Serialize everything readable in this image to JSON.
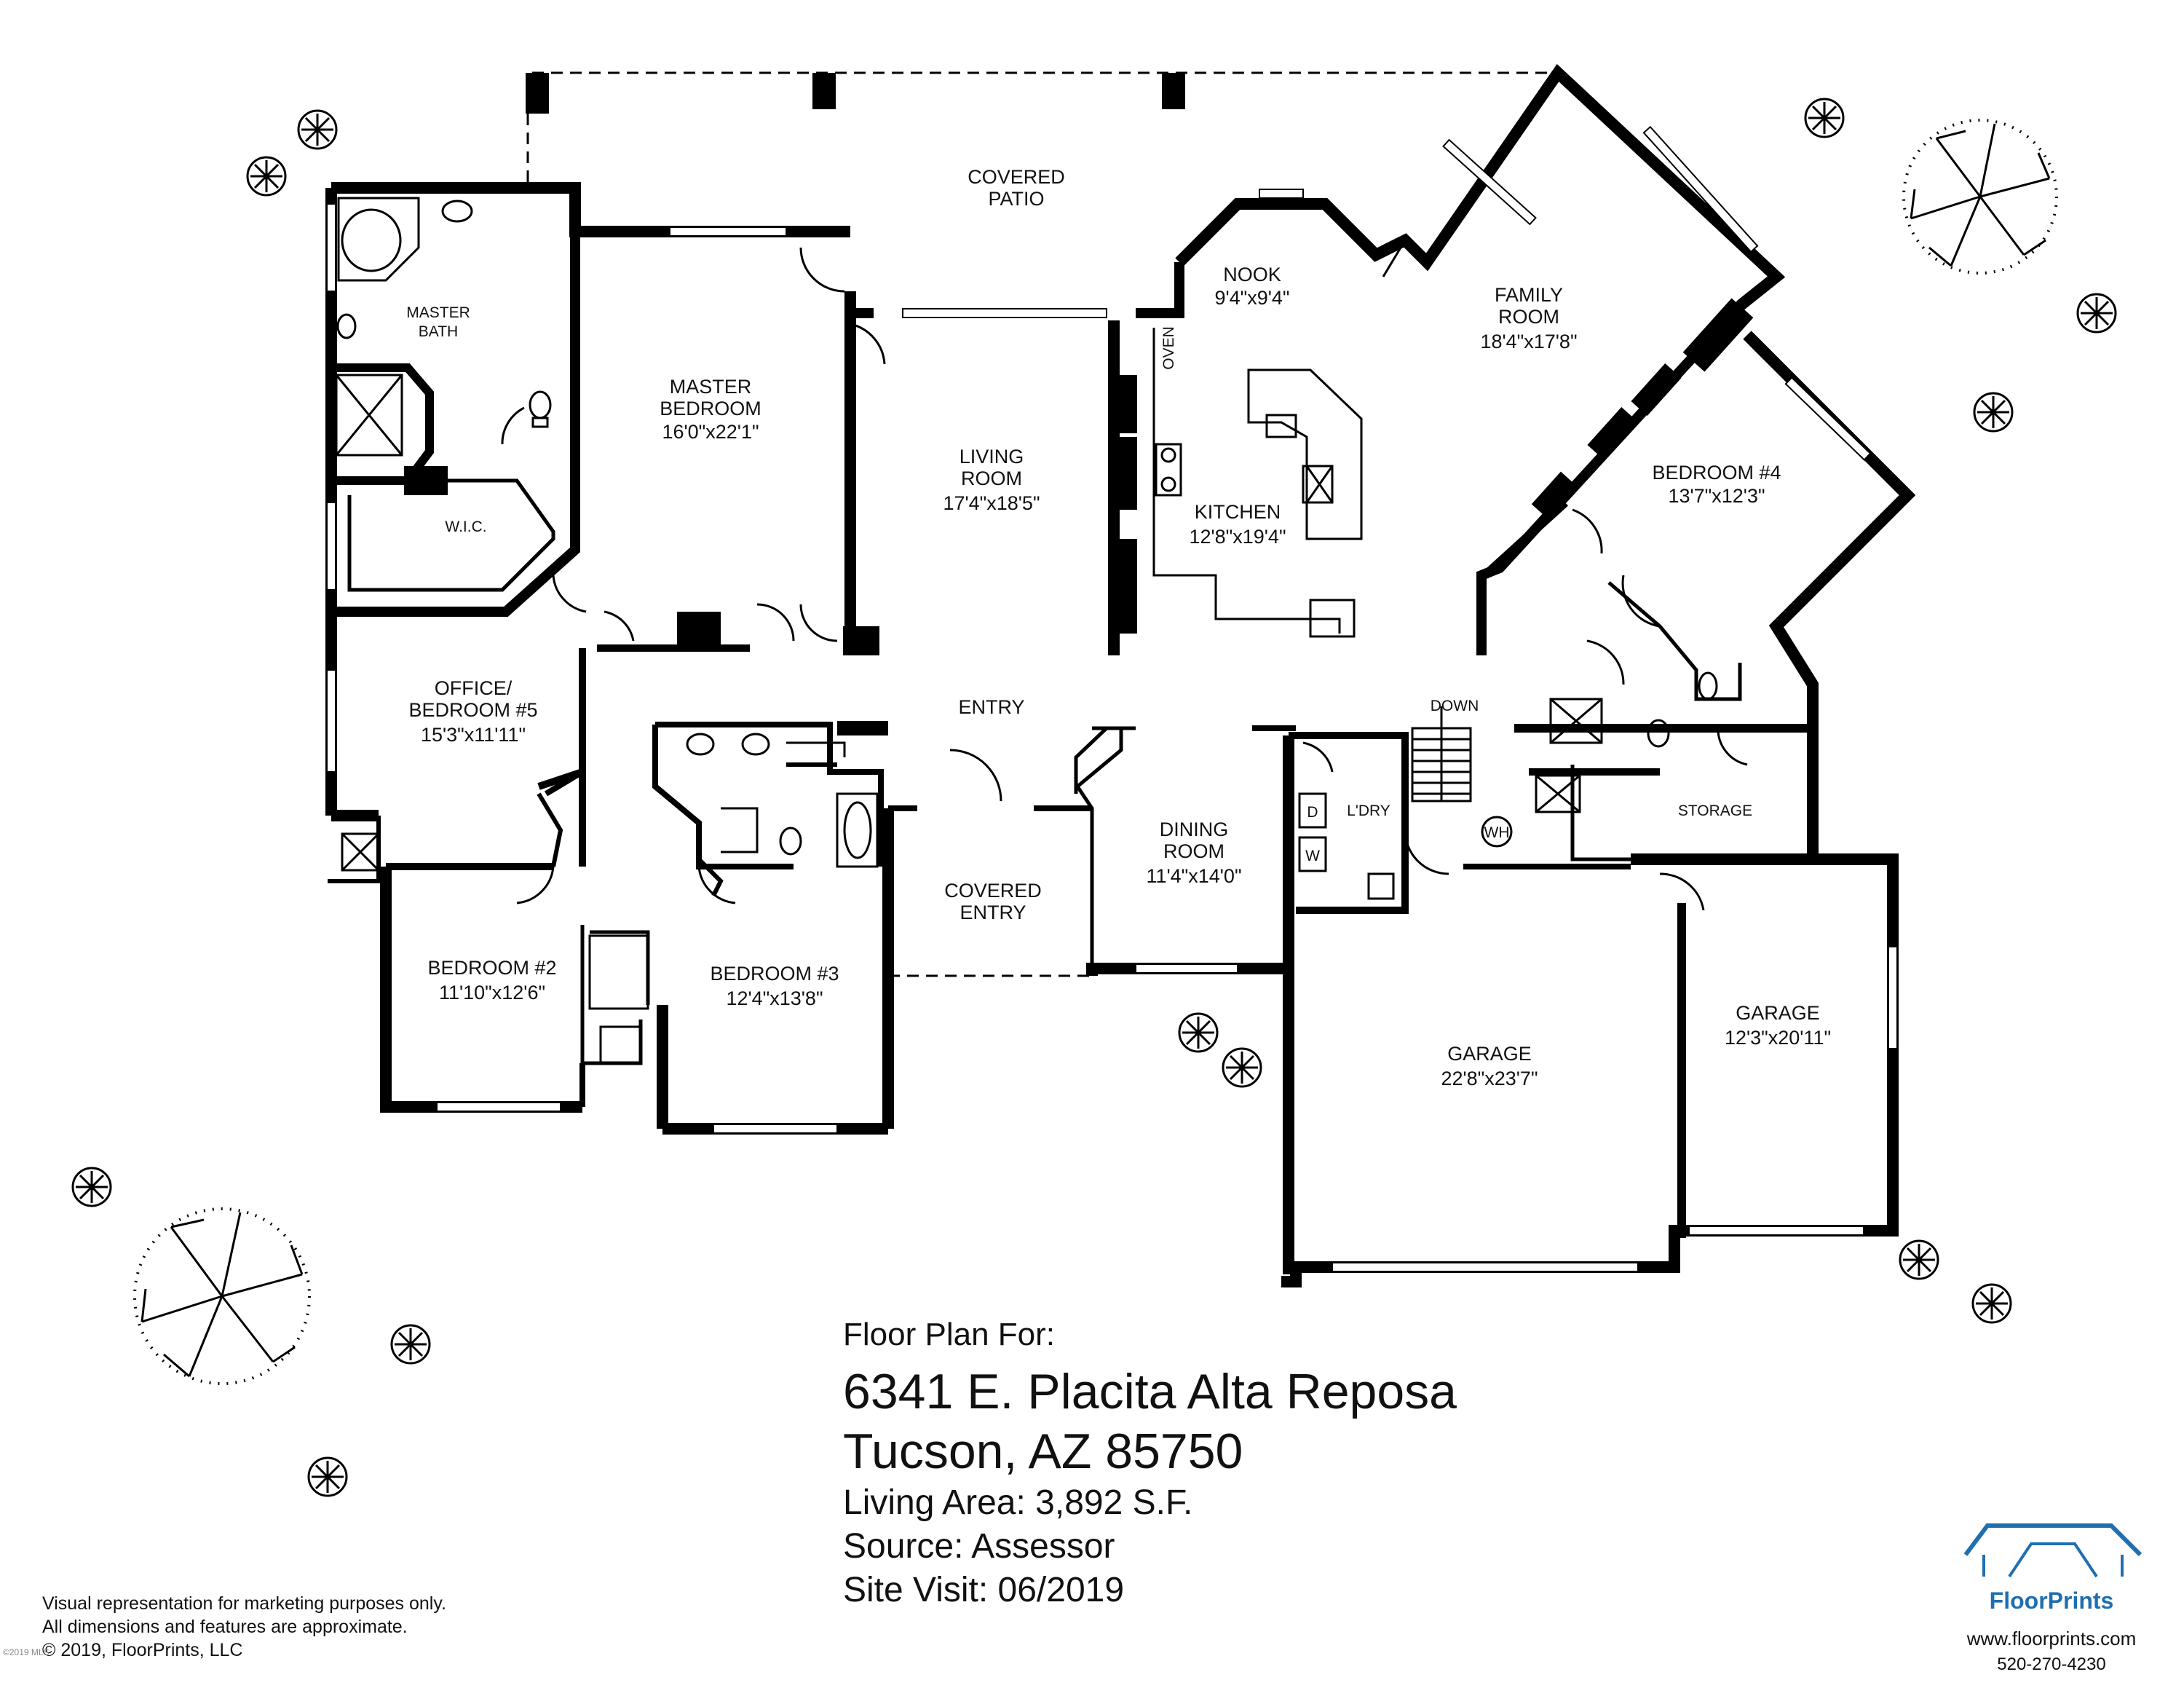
{
  "rooms": {
    "covered_patio": {
      "l1": "COVERED",
      "l2": "PATIO"
    },
    "master_bath": {
      "l1": "MASTER",
      "l2": "BATH"
    },
    "master_bedroom": {
      "l1": "MASTER",
      "l2": "BEDROOM",
      "dim": "16'0\"x22'1\""
    },
    "wic": {
      "l1": "W.I.C."
    },
    "living_room": {
      "l1": "LIVING",
      "l2": "ROOM",
      "dim": "17'4\"x18'5\""
    },
    "oven": {
      "l1": "OVEN"
    },
    "nook": {
      "l1": "NOOK",
      "dim": "9'4\"x9'4\""
    },
    "kitchen": {
      "l1": "KITCHEN",
      "dim": "12'8\"x19'4\""
    },
    "family_room": {
      "l1": "FAMILY",
      "l2": "ROOM",
      "dim": "18'4\"x17'8\""
    },
    "bedroom4": {
      "l1": "BEDROOM #4",
      "dim": "13'7\"x12'3\""
    },
    "office": {
      "l1": "OFFICE/",
      "l2": "BEDROOM #5",
      "dim": "15'3\"x11'11\""
    },
    "entry": {
      "l1": "ENTRY"
    },
    "down": {
      "l1": "DOWN"
    },
    "laundry": {
      "l1": "L'DRY"
    },
    "dryer": {
      "l1": "D"
    },
    "washer": {
      "l1": "W"
    },
    "storage": {
      "l1": "STORAGE"
    },
    "water_heater": {
      "l1": "WH"
    },
    "dining_room": {
      "l1": "DINING",
      "l2": "ROOM",
      "dim": "11'4\"x14'0\""
    },
    "covered_entry": {
      "l1": "COVERED",
      "l2": "ENTRY"
    },
    "bedroom2": {
      "l1": "BEDROOM #2",
      "dim": "11'10\"x12'6\""
    },
    "bedroom3": {
      "l1": "BEDROOM #3",
      "dim": "12'4\"x13'8\""
    },
    "garage_big": {
      "l1": "GARAGE",
      "dim": "22'8\"x23'7\""
    },
    "garage_small": {
      "l1": "GARAGE",
      "dim": "12'3\"x20'11\""
    }
  },
  "info": {
    "prefix": "Floor Plan For:",
    "address1": "6341 E. Placita Alta Reposa",
    "address2": "Tucson, AZ  85750",
    "living_area": "Living Area:  3,892 S.F.",
    "source": "Source:  Assessor",
    "site_visit": "Site Visit:  06/2019"
  },
  "disclaimer": {
    "line1": "Visual representation for marketing purposes only.",
    "line2": "All dimensions and features are approximate.",
    "line3": "© 2019, FloorPrints, LLC"
  },
  "brand": {
    "name": "FloorPrints",
    "website": "www.floorprints.com",
    "phone": "520-270-4230",
    "logo_color": "#1f6fb0"
  },
  "stamp": "©2019 MLS"
}
